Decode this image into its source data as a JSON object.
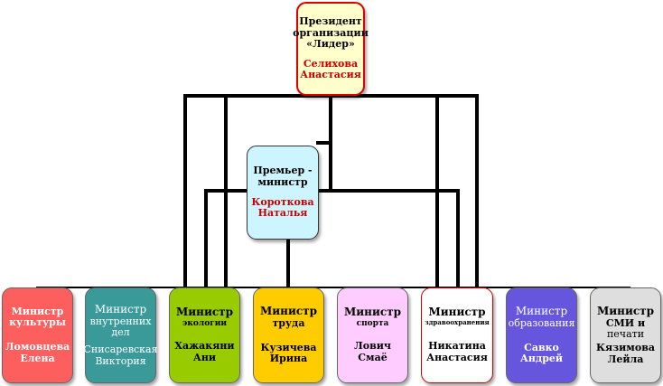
{
  "president": {
    "role_lines": [
      "Президент",
      "организации",
      "«Лидер»"
    ],
    "name_lines": [
      "Селихова",
      "Анастасия"
    ]
  },
  "premier": {
    "role_lines": [
      "Премьер -",
      "министр"
    ],
    "name_lines": [
      "Короткова",
      "Наталья"
    ]
  },
  "ministers": [
    {
      "role_lines": [
        "Министр",
        "культуры"
      ],
      "name_lines": [
        "Ломовцева",
        "Елена"
      ],
      "color": "#fd5e5e"
    },
    {
      "role_lines": [
        "Министр",
        "внутренних",
        "дел"
      ],
      "name_lines": [
        "Снисаревская",
        "Виктория"
      ],
      "color": "#3a9a9a"
    },
    {
      "role_lines": [
        "Министр",
        "экологии"
      ],
      "name_lines": [
        "Хажакяни",
        "Ани"
      ],
      "color": "#99cc00"
    },
    {
      "role_lines": [
        "Министр",
        "труда"
      ],
      "name_lines": [
        "Кузичева",
        "Ирина"
      ],
      "color": "#ffcc00"
    },
    {
      "role_lines": [
        "Министр",
        "спорта"
      ],
      "name_lines": [
        "Лович",
        "Смаё"
      ],
      "color": "#ffccff"
    },
    {
      "role_lines": [
        "Министр",
        "здравоохранения"
      ],
      "name_lines": [
        "Никатина",
        "Анастасия"
      ],
      "color": "#ffffff"
    },
    {
      "role_lines": [
        "Министр",
        "образования"
      ],
      "name_lines": [
        "Савко",
        "Андрей"
      ],
      "color": "#6655dd"
    },
    {
      "role_lines": [
        "Министр",
        "СМИ и",
        "печати"
      ],
      "name_lines": [
        "Кязимова",
        "Лейла"
      ],
      "color": "#dedede"
    }
  ],
  "colors": {
    "president_fill": "#ffffcc",
    "president_border": "#dd0000",
    "premier_fill": "#ccf5ff",
    "accent_name": "#cc0000",
    "connector": "#000000"
  }
}
